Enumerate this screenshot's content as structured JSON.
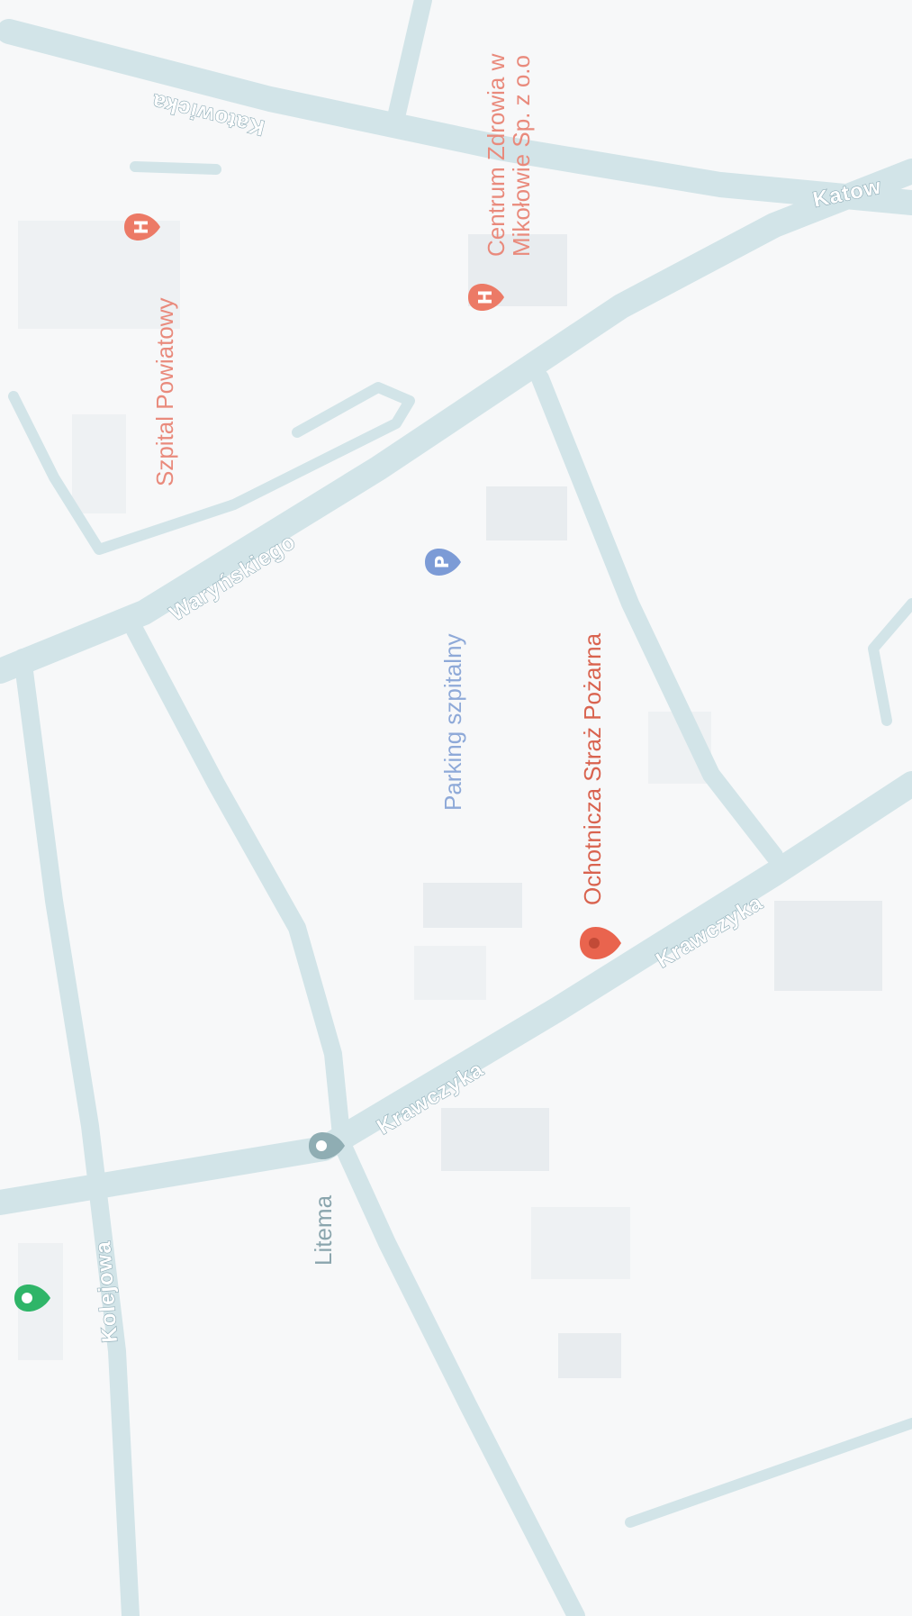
{
  "map": {
    "streets": {
      "katowicka_top": "Katowicka",
      "katowicka_right": "Katow",
      "warynskiego": "Waryńskiego",
      "krawczyka_lower": "Krawczyka",
      "krawczyka_upper": "Krawczyka",
      "kolejowa": "Kolejowa"
    },
    "pois": {
      "szpital": "Szpital Powiatowy",
      "centrum_line1": "Centrum Zdrowia w",
      "centrum_line2": "Mikołowie Sp. z o.o",
      "parking": "Parking szpitalny",
      "straz": "Ochotnicza Straż Pożarna",
      "litema": "Litema"
    },
    "pin_glyphs": {
      "hospital": "H",
      "parking": "P"
    },
    "colors": {
      "road": "#d2e4e8",
      "background": "#f7f8f9",
      "hospital_pin": "#ec7a66",
      "parking_pin": "#7c9bd6",
      "fire_pin": "#e9644e",
      "shop_pin": "#8fadb3",
      "green_pin": "#2fb568"
    }
  }
}
